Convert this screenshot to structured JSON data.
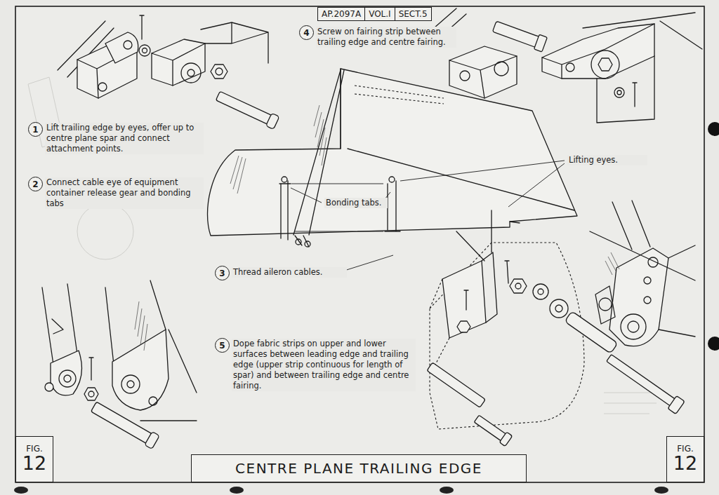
{
  "diagram": {
    "title": "CENTRE PLANE TRAILING EDGE",
    "nodes": [
      {
        "text": [
          "AP.2097A",
          "VOL.I",
          "SECT.5"
        ]
      },
      {
        "text": [
          "4"
        ]
      },
      {
        "text": [
          "1"
        ]
      },
      {
        "text": [
          "2"
        ]
      },
      {
        "text": [
          "3"
        ]
      },
      {
        "text": [
          "5"
        ]
      },
      {
        "text": [
          "FIG.",
          "12"
        ]
      },
      {
        "text": [
          "FIG.",
          "12"
        ]
      }
    ],
    "labels": [
      "Screw on fairing strip between trailing edge and centre fairing.",
      "Lift trailing edge by eyes, offer up to centre plane spar and connect attachment points.",
      "Lifting eyes.",
      "Connect cable eye of equipment container release gear and bonding tabs",
      "Bonding tabs.",
      "Thread aileron cables.",
      "Dope fabric strips on upper and lower surfaces between leading edge and trailing edge (upper strip continuous for length of spar) and between trailing edge and centre fairing."
    ]
  }
}
